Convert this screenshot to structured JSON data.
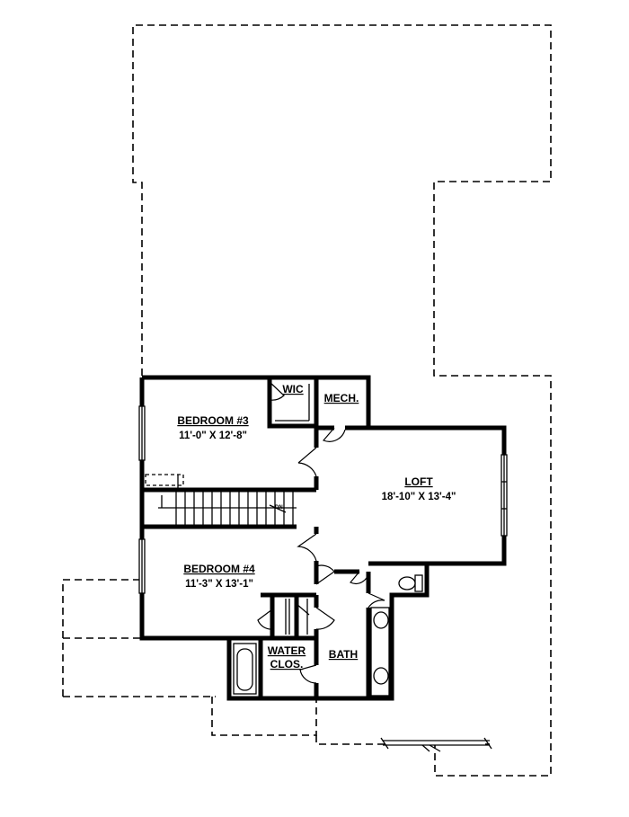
{
  "rooms": {
    "bedroom3": {
      "name": "BEDROOM #3",
      "size": "11'-0\" X 12'-8\""
    },
    "wic": {
      "name": "WIC"
    },
    "mech": {
      "name": "MECH."
    },
    "loft": {
      "name": "LOFT",
      "size": "18'-10\" X 13'-4\""
    },
    "bedroom4": {
      "name": "BEDROOM #4",
      "size": "11'-3\" X 13'-1\""
    },
    "water_closet": {
      "name_line1": "WATER",
      "name_line2": "CLOS."
    },
    "bath": {
      "name": "BATH"
    }
  },
  "colors": {
    "line": "#000000",
    "background": "#ffffff"
  }
}
